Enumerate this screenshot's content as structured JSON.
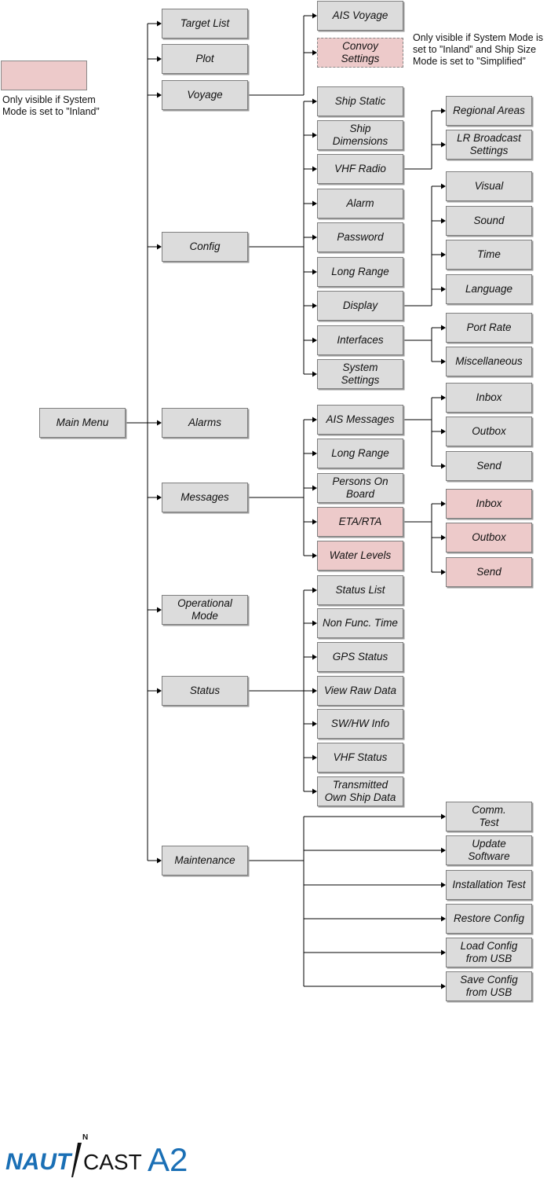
{
  "nodes": {
    "main_menu": "Main Menu",
    "target_list": "Target List",
    "plot": "Plot",
    "voyage": "Voyage",
    "ais_voyage": "AIS Voyage",
    "convoy_settings": "Convoy\nSettings",
    "config": "Config",
    "ship_static": "Ship Static",
    "ship_dimensions": "Ship\nDimensions",
    "vhf_radio": "VHF Radio",
    "regional_areas": "Regional Areas",
    "lr_broadcast_settings": "LR Broadcast\nSettings",
    "alarm": "Alarm",
    "password": "Password",
    "config_long_range": "Long Range",
    "display": "Display",
    "visual": "Visual",
    "sound": "Sound",
    "time": "Time",
    "language": "Language",
    "interfaces": "Interfaces",
    "port_rate": "Port Rate",
    "miscellaneous": "Miscellaneous",
    "system_settings": "System\nSettings",
    "alarms": "Alarms",
    "messages": "Messages",
    "ais_messages": "AIS Messages",
    "ais_inbox": "Inbox",
    "ais_outbox": "Outbox",
    "ais_send": "Send",
    "messages_long_range": "Long Range",
    "persons_on_board": "Persons On\nBoard",
    "eta_rta": "ETA/RTA",
    "eta_inbox": "Inbox",
    "eta_outbox": "Outbox",
    "eta_send": "Send",
    "water_levels": "Water Levels",
    "operational_mode": "Operational\nMode",
    "status": "Status",
    "status_list": "Status List",
    "non_func_time": "Non Func. Time",
    "gps_status": "GPS Status",
    "view_raw_data": "View Raw Data",
    "sw_hw_info": "SW/HW Info",
    "vhf_status": "VHF Status",
    "transmitted_own_ship_data": "Transmitted\nOwn Ship Data",
    "maintenance": "Maintenance",
    "comm_test": "Comm.\nTest",
    "update_software": "Update\nSoftware",
    "installation_test": "Installation Test",
    "restore_config": "Restore Config",
    "load_config_usb": "Load Config\nfrom USB",
    "save_config_usb": "Save Config\nfrom USB"
  },
  "legend": {
    "inland_note": "Only visible if System\nMode is set to ”Inland”",
    "convoy_note": "Only visible if System Mode is\nset to ”Inland” and Ship Size\nMode is set to ”Simplified”"
  },
  "colors": {
    "standard_box": "#dcdcdc",
    "inland_box": "#edcaca",
    "connector": "#000000",
    "logo_blue": "#1a6fb5"
  },
  "logo": {
    "text_left": "NAUT",
    "text_mid": "CAST",
    "text_model": "A2",
    "compass_letter": "N"
  }
}
